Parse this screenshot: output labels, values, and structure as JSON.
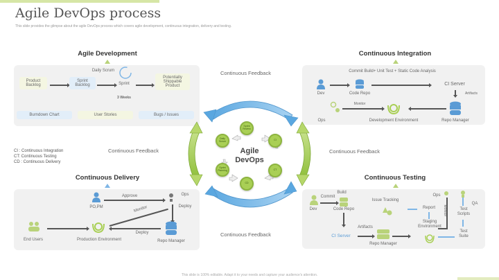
{
  "header": {
    "title": "Agile DevOps process",
    "subtitle": "This slide provides the glimpse about the agile DevOps process which covers agile development, continuous integration, delivery and testing."
  },
  "center": {
    "label_line1": "Agile",
    "label_line2": "DevOps",
    "cycle_nodes": [
      "Sprint Review",
      "CI",
      "CT",
      "CD",
      "Sprint Planning",
      "Daily Scrum"
    ]
  },
  "feedback_labels": {
    "top": "Continuous Feedback",
    "left": "Continuous Feedback",
    "right": "Continuous Feedback",
    "bottom": "Continuous Feedback"
  },
  "legend": [
    "CI : Continuous Integration",
    "CT: Continuous Testing",
    "CD : Continuous Delivery"
  ],
  "agile_development": {
    "title": "Agile Development",
    "product_backlog": "Product Backlog",
    "sprint_backlog": "Sprint Backlog",
    "daily_scrum": "Daily Scrum",
    "sprint": "Sprint",
    "duration": "3 Weeks",
    "shippable": "Potentially Shippable Product",
    "burndown": "Burndown Chart",
    "user_stories": "User Stories",
    "bugs": "Bugs / Issues"
  },
  "continuous_integration": {
    "title": "Continuous Integration",
    "pipeline": "Commit Build+ Unit Test + Static Code Analysis",
    "dev": "Dev",
    "code_repo": "Code Repo",
    "ci_server": "CI Server",
    "artifacts": "Artifacts",
    "ops": "Ops",
    "monitor": "Monitor",
    "dev_env": "Development Environment",
    "repo_manager": "Repo Manager"
  },
  "continuous_delivery": {
    "title": "Continuous Delivery",
    "po_pm": "PO,PM",
    "approve": "Approve",
    "ops": "Ops",
    "deploy_v": "Deploy",
    "monitor": "Monitor",
    "end_users": "End Users",
    "prod_env": "Production Environment",
    "deploy_h": "Deploy",
    "repo_manager": "Repo Manager"
  },
  "continuous_testing": {
    "title": "Continuous Testing",
    "build": "Build",
    "commit": "Commit",
    "dev": "Dev",
    "code_repo": "Code Repo",
    "issue_tracking": "Issue Tracking",
    "report": "Report",
    "ops": "Ops",
    "monitor": "Monitor",
    "qa": "QA",
    "test_scripts": "Test Scripts",
    "staging": "Staging Environment",
    "artifacts": "Artifacts",
    "ci_server": "CI Server",
    "repo_manager": "Repo Manager",
    "test_suite": "Test Suite"
  },
  "footer": "This slide is 100% editable. Adapt it to your needs and capture your audience's attention."
}
